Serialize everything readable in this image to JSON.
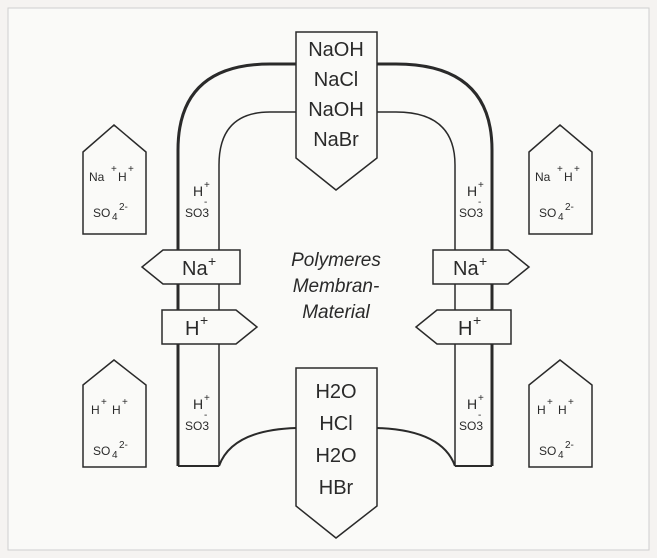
{
  "colors": {
    "background": "#f5f3f1",
    "panel": "#fafaf8",
    "stroke": "#2a2a2a"
  },
  "top_arrow": {
    "lines": [
      "NaOH",
      "NaCl",
      "NaOH",
      "NaBr"
    ]
  },
  "bottom_arrow": {
    "lines": [
      "H2O",
      "HCl",
      "H2O",
      "HBr"
    ]
  },
  "center_label": {
    "lines": [
      "Polymeres",
      "Membran-",
      "Material"
    ]
  },
  "membrane_sites": {
    "h_label": "H",
    "so3_label": "SO3",
    "plus": "+",
    "minus": "-"
  },
  "flow_arrows": {
    "na_label": "Na",
    "h_label": "H",
    "plus": "+"
  },
  "house_na": {
    "na": "Na",
    "h": "H",
    "plus": "+",
    "so4": "SO",
    "so4_sub": "4",
    "so4_sup": "2-"
  },
  "house_h": {
    "h1": "H",
    "h2": "H",
    "plus": "+",
    "so4": "SO",
    "so4_sub": "4",
    "so4_sup": "2-"
  }
}
